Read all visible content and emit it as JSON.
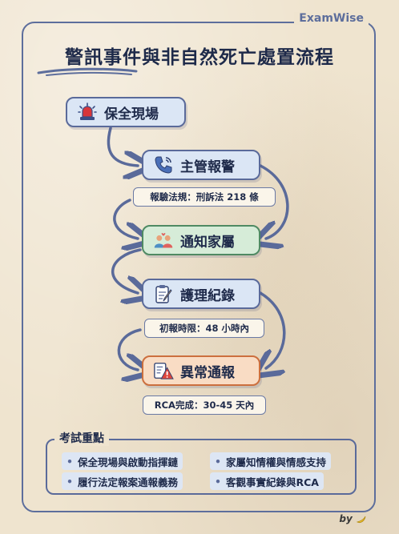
{
  "brand": "ExamWise",
  "title": "警訊事件與非自然死亡處置流程",
  "steps": [
    {
      "label": "保全現場",
      "icon": "siren-icon"
    },
    {
      "label": "主管報警",
      "icon": "phone-icon",
      "note": "報驗法規：刑訴法 218 條"
    },
    {
      "label": "通知家屬",
      "icon": "family-icon"
    },
    {
      "label": "護理紀錄",
      "icon": "clipboard-icon",
      "note": "初報時限：48 小時內"
    },
    {
      "label": "異常通報",
      "icon": "warning-document-icon",
      "note": "RCA完成：30-45 天內"
    }
  ],
  "key_points": {
    "title": "考試重點",
    "items": [
      "保全現場與啟動指揮鏈",
      "家屬知情權與情感支持",
      "履行法定報案通報義務",
      "客觀事實紀錄與RCA"
    ]
  },
  "byline": "by",
  "colors": {
    "frame": "#5d6e9c",
    "node_blue": "#dbe6f5",
    "node_green": "#d6ecd8",
    "node_orange": "#f9dcc4",
    "background": "#efe4cf"
  }
}
